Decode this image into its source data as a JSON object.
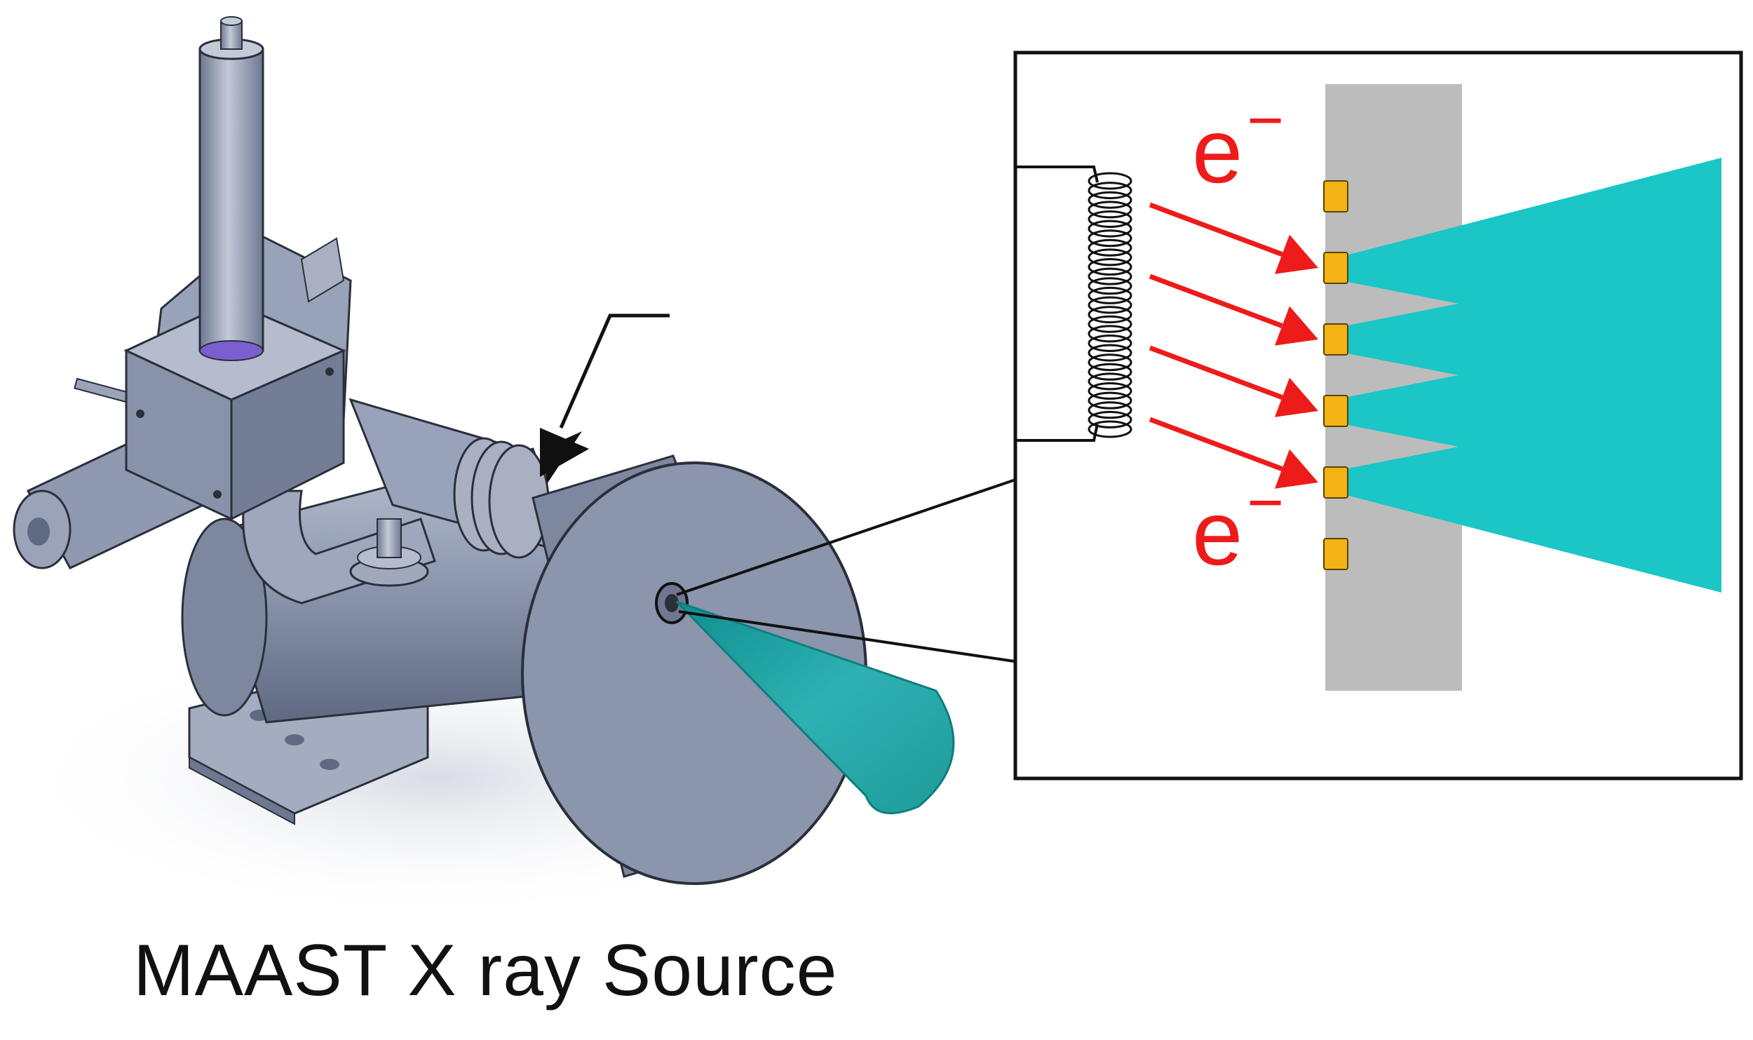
{
  "caption": "MAAST X ray Source",
  "electron_label": {
    "base": "e",
    "sup": "−"
  },
  "colors": {
    "housing": "#8c96ad",
    "housing_dark": "#5f6a82",
    "housing_light": "#b6becf",
    "beam": "#1ac6c6",
    "beam_model": "#2fa5a5",
    "target": "#bcbcbc",
    "anode": "#f3b315",
    "electron": "#ee1b1b",
    "outline": "#111111"
  },
  "inset": {
    "emitter_count": 6,
    "beam_count": 4,
    "arrow_count": 4
  }
}
